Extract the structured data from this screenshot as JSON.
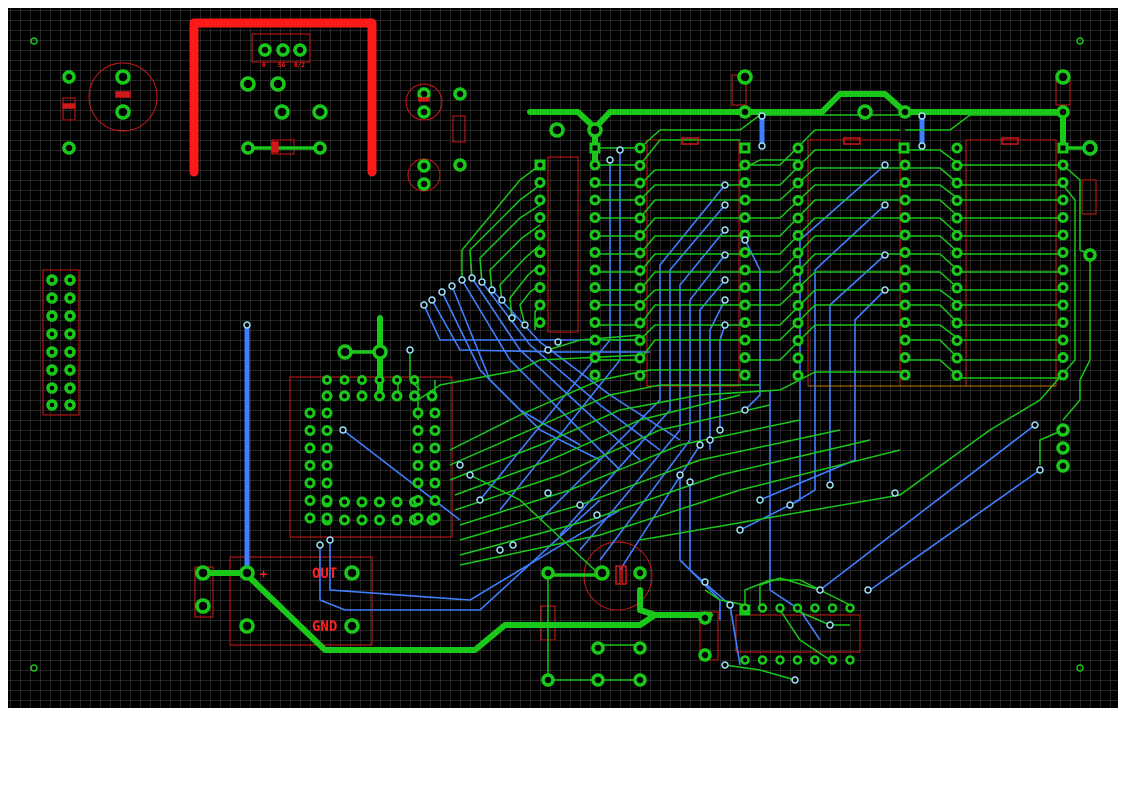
{
  "board": {
    "background": "#000000",
    "grid_color": "#4a4a4a",
    "top_trace_color": "#19c819",
    "bottom_trace_color": "#3f7fff",
    "silkscreen_color": "#d01818",
    "pad_color": "#19c819",
    "via_color": "#9fe6ff",
    "power_trace_color": "#ff1a1a"
  },
  "labels": {
    "regulator_plus": "+",
    "regulator_out": "OUT",
    "regulator_gnd": "GND",
    "switch_pin_a": "0",
    "switch_pin_b": "SG",
    "switch_pin_c": "0/2"
  }
}
